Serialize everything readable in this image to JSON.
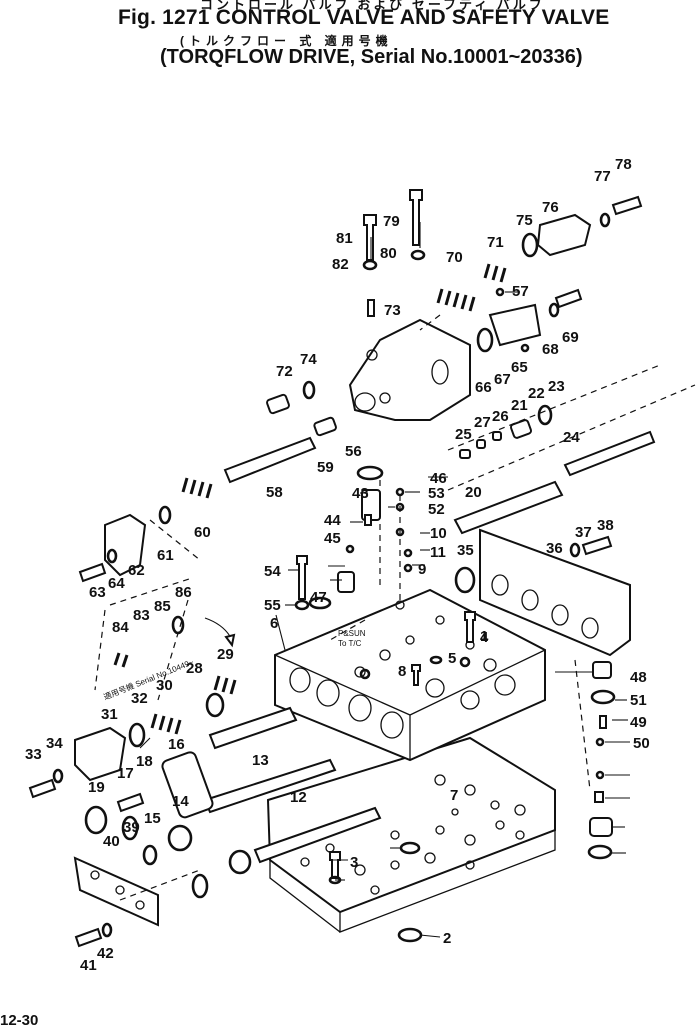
{
  "header": {
    "title_jp": "コントロール バルブ および セーフティ バルブ",
    "title_en": "Fig. 1271  CONTROL VALVE AND SAFETY VALVE",
    "subtitle_jp": "(トルクフロー 式 適用号機",
    "subtitle_en": "(TORQFLOW DRIVE, Serial No.10001~20336)"
  },
  "diagram": {
    "callouts": [
      "1",
      "2",
      "3",
      "4",
      "5",
      "6",
      "7",
      "8",
      "9",
      "10",
      "11",
      "12",
      "13",
      "14",
      "15",
      "16",
      "17",
      "18",
      "19",
      "20",
      "21",
      "22",
      "23",
      "24",
      "25",
      "26",
      "27",
      "28",
      "29",
      "30",
      "31",
      "32",
      "33",
      "34",
      "35",
      "36",
      "37",
      "38",
      "39",
      "40",
      "41",
      "42",
      "43",
      "44",
      "45",
      "46",
      "47",
      "48",
      "49",
      "50",
      "51",
      "52",
      "53",
      "54",
      "55",
      "56",
      "57",
      "58",
      "59",
      "60",
      "61",
      "62",
      "63",
      "64",
      "65",
      "66",
      "67",
      "68",
      "69",
      "70",
      "71",
      "72",
      "73",
      "74",
      "75",
      "76",
      "77",
      "78",
      "79",
      "80",
      "81",
      "82",
      "83",
      "84",
      "85",
      "86"
    ],
    "notes": {
      "serial_note": "適用号機 Serial No.10449~",
      "port_label_1": "P&SUN",
      "port_label_2": "To T/C"
    }
  },
  "footer": {
    "page_number": "12-30"
  }
}
